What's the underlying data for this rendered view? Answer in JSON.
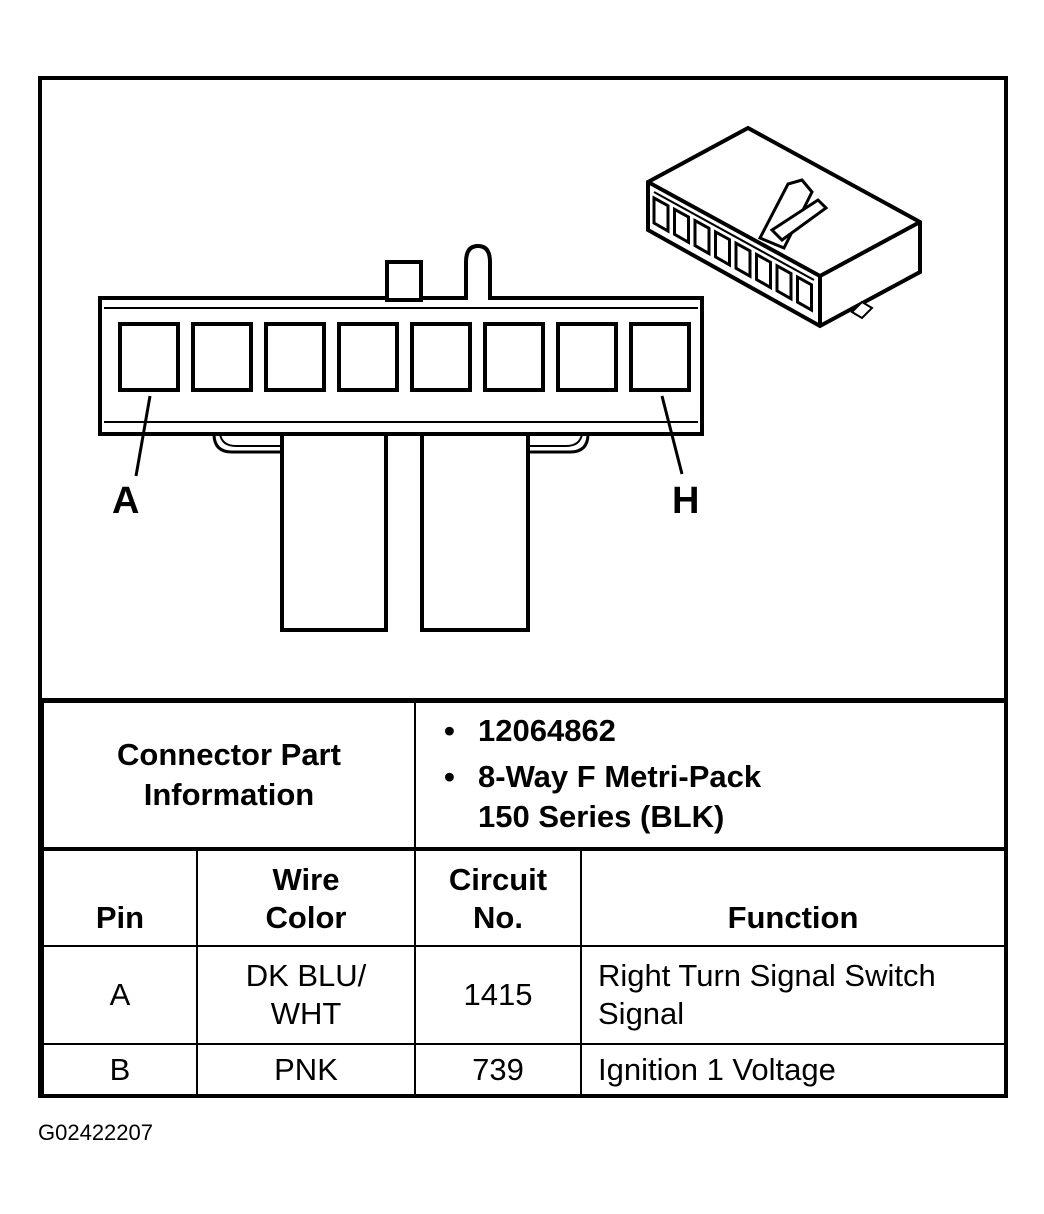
{
  "diagram": {
    "pin_first": "A",
    "pin_last": "H",
    "cavity_count": 8
  },
  "connector_part_info": {
    "label": "Connector Part Information",
    "items": [
      "12064862",
      "8-Way F Metri-Pack 150 Series (BLK)"
    ]
  },
  "pin_table": {
    "headers": {
      "pin": "Pin",
      "wire_color": "Wire Color",
      "circuit_no": "Circuit No.",
      "function": "Function"
    },
    "rows": [
      {
        "pin": "A",
        "wire_color": "DK BLU/ WHT",
        "circuit_no": "1415",
        "function": "Right Turn Signal Switch Signal"
      },
      {
        "pin": "B",
        "wire_color": "PNK",
        "circuit_no": "739",
        "function": "Ignition 1 Voltage"
      }
    ]
  },
  "figure_id": "G02422207"
}
